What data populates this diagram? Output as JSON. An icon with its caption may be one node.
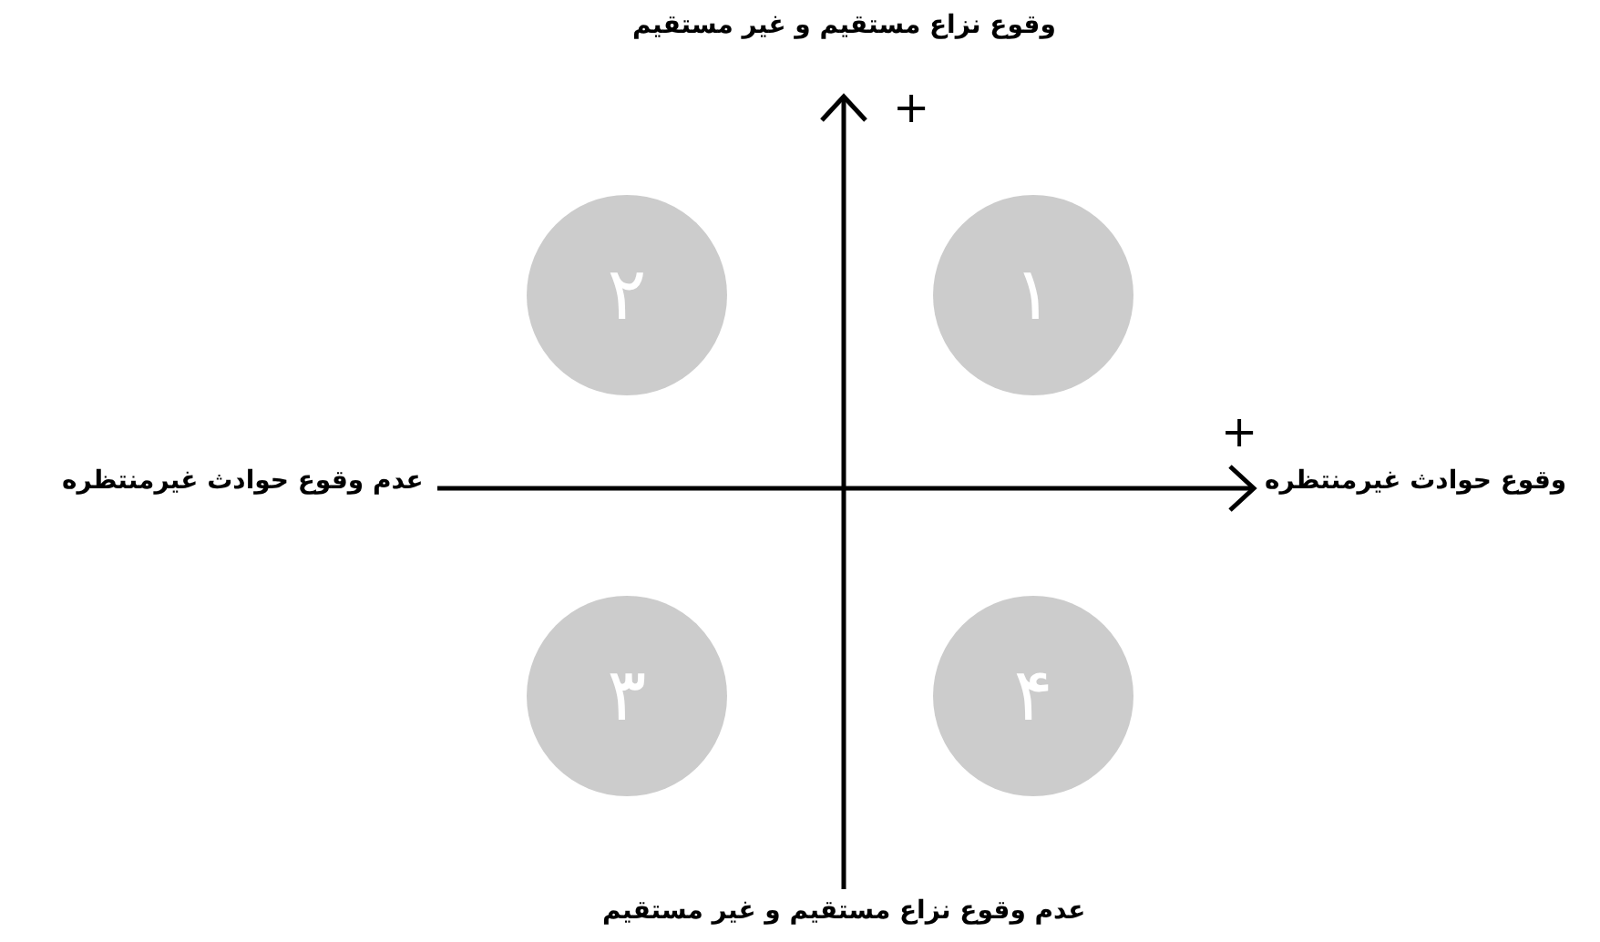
{
  "diagram": {
    "nodes": [
      {
        "text": [
          "۲"
        ]
      },
      {
        "text": [
          "۱"
        ]
      },
      {
        "text": [
          "۳"
        ]
      },
      {
        "text": [
          "۴"
        ]
      }
    ],
    "labels": [
      "وقوع نزاع مستقیم و غیر مستقیم",
      "+",
      "+",
      "عدم وقوع حوادث غیرمنتظره",
      "وقوع حوادث غیرمنتظره",
      "عدم وقوع نزاع مستقیم و غیر مستقیم"
    ]
  }
}
